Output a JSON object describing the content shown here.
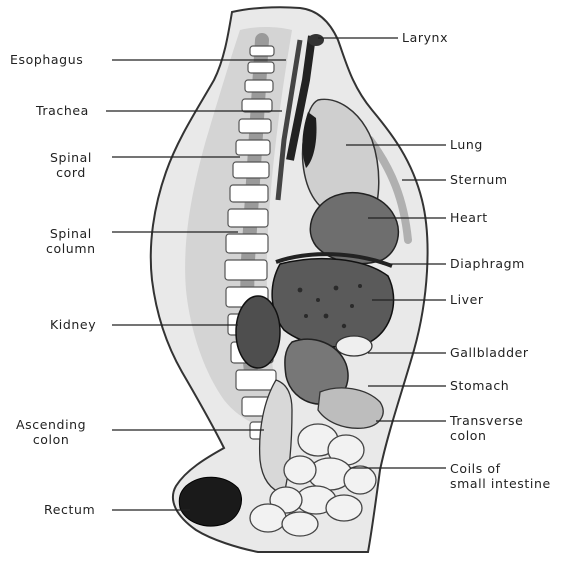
{
  "diagram": {
    "labels_left": {
      "esophagus": "Esophagus",
      "trachea": "Trachea",
      "spinal_cord": "Spinal\ncord",
      "spinal_column": "Spinal\ncolumn",
      "kidney": "Kidney",
      "ascending_colon": "Ascending\ncolon",
      "rectum": "Rectum"
    },
    "labels_right": {
      "larynx": "Larynx",
      "lung": "Lung",
      "sternum": "Sternum",
      "heart": "Heart",
      "diaphragm": "Diaphragm",
      "liver": "Liver",
      "gallbladder": "Gallbladder",
      "stomach": "Stomach",
      "transverse_colon": "Transverse\ncolon",
      "small_intestine": "Coils of\nsmall intestine"
    }
  }
}
